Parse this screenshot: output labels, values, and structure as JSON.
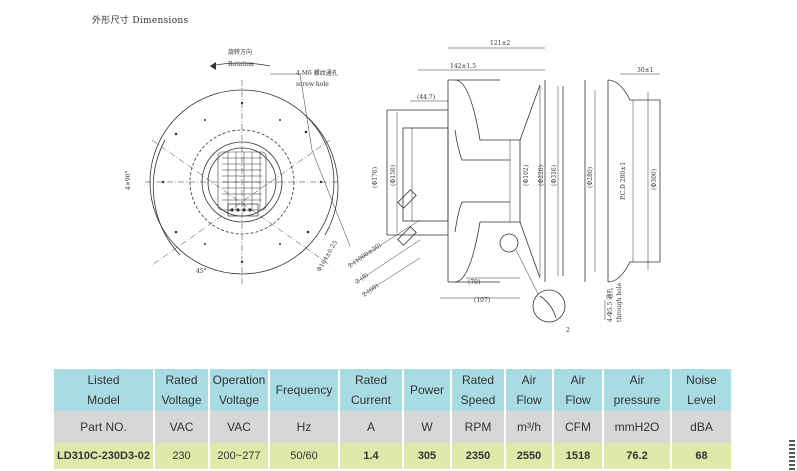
{
  "heading": "外形尺寸 Dimensions",
  "drawing": {
    "front_view": {
      "rotation_cn": "旋转方向",
      "rotation_en": "Rotation",
      "screw_hole_cn": "4-M6 螺纹通孔",
      "screw_hole_en": "screw hole",
      "dim_4x90": "4×90°",
      "dim_45": "45°",
      "dim_d164": "Φ164±0.25"
    },
    "side_view": {
      "dim_121": "121±2",
      "dim_142": "142±1.5",
      "dim_44_7": "(44.7)",
      "dim_d176": "(Φ176)",
      "dim_d150": "(Φ150)",
      "dim_d102": "(Φ102)",
      "dim_d220": "(Φ220)",
      "dim_d316": "(Φ316)",
      "dim_70": "(70)",
      "dim_107": "(107)",
      "cable_1": "2-(1000±20)",
      "cable_2": "2-(8)",
      "cable_3": "2-(60)",
      "dim_2": "2"
    },
    "ring_view": {
      "dim_30": "30±1",
      "dim_d280": "(Φ280)",
      "dim_pcd": "P.C.D 280±1",
      "dim_d300": "(Φ300)",
      "hole_cn": "4-Φ5.5 通孔",
      "hole_en": "through hole"
    }
  },
  "table": {
    "headers": [
      "Listed Model",
      "Rated Voltage",
      "Operation Voltage",
      "Frequency",
      "Rated Current",
      "Power",
      "Rated Speed",
      "Air Flow",
      "Air Flow",
      "Air pressure",
      "Noise Level"
    ],
    "units": [
      "Part NO.",
      "VAC",
      "VAC",
      "Hz",
      "A",
      "W",
      "RPM",
      "m³/h",
      "CFM",
      "mmH2O",
      "dBA"
    ],
    "row": [
      "LD310C-230D3-02",
      "230",
      "200~277",
      "50/60",
      "1.4",
      "305",
      "2350",
      "2550",
      "1518",
      "76.2",
      "68"
    ]
  }
}
